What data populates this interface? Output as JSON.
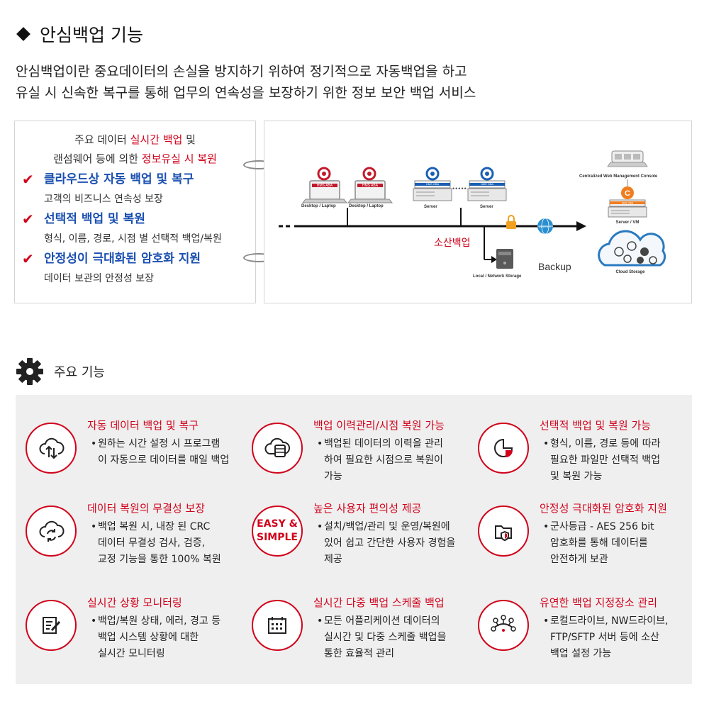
{
  "title": "안심백업 기능",
  "intro": {
    "line1": "안심백업이란 중요데이터의 손실을 방지하기 위하여 정기적으로 자동백업을 하고",
    "line2": "유실 시 신속한 복구를 통해 업무의 연속성을 보장하기 위한 정보 보안 백업 서비스"
  },
  "summary": {
    "line1_pre": "주요 데이터 ",
    "line1_red": "실시간 백업",
    "line1_post": " 및",
    "line2_pre": "랜섬웨어 등에 의한 ",
    "line2_red": "정보유실 시 복원",
    "items": [
      {
        "main": "클라우드상 자동 백업 및 복구",
        "sub": "고객의 비즈니스 연속성 보장"
      },
      {
        "main": "선택적 백업 및 복원",
        "sub": "형식, 이름, 경로, 시점 별 선택적 백업/복원"
      },
      {
        "main": "안정성이 극대화된 암호화 지원",
        "sub": "데이터 보관의 안정성 보장"
      }
    ],
    "check": "✔"
  },
  "diagram": {
    "console_label": "Centralized Web Management Console",
    "c_badge": "C",
    "cbm_label": "HMS CBM",
    "server_vm_label": "Server / VM",
    "cloud_label": "Cloud Storage",
    "internet_label": "INTERNET",
    "desktop_label": "Desktop / Laptop",
    "server_label": "Server",
    "hms_aba": "HMS ABA",
    "hms_oba": "HMS OBA",
    "dots": "•••••",
    "sosan": "소산백업",
    "backup": "Backup",
    "local_storage": "Local / Network Storage"
  },
  "section2": {
    "label": "주요 기능"
  },
  "features": [
    {
      "title": "자동 데이터 백업 및 복구",
      "lines": [
        "원하는 시간 설정 시 프로그램",
        "이 자동으로 데이터를 매일 백업"
      ],
      "icon": "cloud-sync-arrows-icon"
    },
    {
      "title": "백업 이력관리/시점 복원 가능",
      "lines": [
        "백업된 데이터의 이력을 관리",
        "하여 필요한 시점으로 복원이",
        "가능"
      ],
      "icon": "cloud-database-icon"
    },
    {
      "title": "선택적 백업 및 복원 가능",
      "lines": [
        "형식, 이름, 경로 등에 따라",
        "필요한 파일만 선택적 백업",
        "및 복원 가능"
      ],
      "icon": "pie-chart-icon"
    },
    {
      "title": "데이터 복원의 무결성 보장",
      "lines": [
        "백업 복원 시, 내장 된 CRC",
        "데이터 무결성 검사, 검증,",
        "교정 기능을 통한  100% 복원"
      ],
      "icon": "cloud-refresh-icon"
    },
    {
      "title": "높은 사용자 편의성 제공",
      "lines": [
        "설치/백업/관리 및 운영/복원에",
        "있어 쉽고 간단한 사용자 경험을",
        "제공"
      ],
      "icon": "easy-simple-icon",
      "icon_text": [
        "EASY &",
        "SIMPLE"
      ]
    },
    {
      "title": "안정성 극대화된 암호화 지원",
      "lines": [
        "군사등급 - AES 256 bit",
        "암호화를 통해 데이터를",
        "안전하게 보관"
      ],
      "icon": "folder-shield-icon"
    },
    {
      "title": "실시간 상황 모니터링",
      "lines": [
        "백업/복원 상태, 에러, 경고 등",
        "백업 시스템 상황에 대한",
        "실시간 모니터링"
      ],
      "icon": "document-edit-icon"
    },
    {
      "title": "실시간 다중 백업 스케줄 백업",
      "lines": [
        "모든 어플리케이션 데이터의",
        "실시간 및 다중 스케줄 백업을",
        "통한 효율적 관리"
      ],
      "icon": "calendar-icon"
    },
    {
      "title": "유연한 백업 지정장소 관리",
      "lines": [
        "로컬드라이브, NW드라이브,",
        "FTP/SFTP 서버 등에 소산",
        "백업 설정 가능"
      ],
      "icon": "network-nodes-icon"
    }
  ],
  "bullet": "•",
  "colors": {
    "accent": "#d0021b",
    "blue": "#1a4fb0",
    "panel": "#efefef"
  }
}
